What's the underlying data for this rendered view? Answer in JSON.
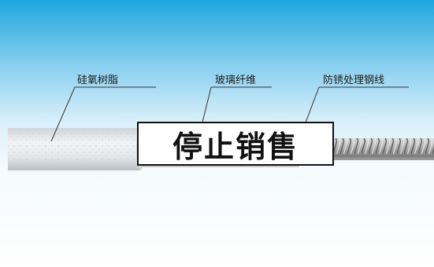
{
  "labels": {
    "silicone": "硅氧树脂",
    "glass_fiber": "玻璃纤维",
    "wire": "防锈处理钢线"
  },
  "banner": {
    "text": "停止销售"
  },
  "colors": {
    "sky_top": "#1ea6de",
    "sky_bottom": "#ffffff",
    "cable_silicone": "#e9ecee",
    "cable_glass": "#f4f4f4",
    "steel_wire": "#a7a7a7",
    "leader_line": "#333333"
  }
}
